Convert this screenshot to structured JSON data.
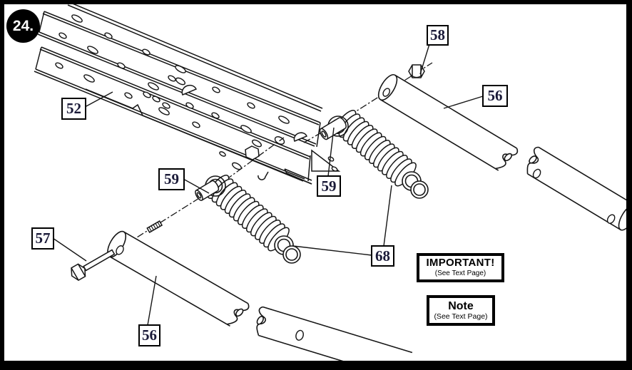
{
  "figure": {
    "badge": "24.",
    "callouts": [
      {
        "part": "rail-assembly",
        "label": "52"
      },
      {
        "part": "bolt",
        "label": "57"
      },
      {
        "part": "tube-lower",
        "label": "56"
      },
      {
        "part": "bushing-left",
        "label": "59"
      },
      {
        "part": "bushing-right",
        "label": "59"
      },
      {
        "part": "spring",
        "label": "68"
      },
      {
        "part": "nut",
        "label": "58"
      },
      {
        "part": "tube-upper",
        "label": "56"
      }
    ],
    "important_box": {
      "title": "IMPORTANT!",
      "subtitle": "(See Text Page)"
    },
    "note_box": {
      "title": "Note",
      "subtitle": "(See Text Page)"
    },
    "colors": {
      "line": "#161616",
      "background": "#ffffff",
      "frame": "#000000"
    }
  }
}
